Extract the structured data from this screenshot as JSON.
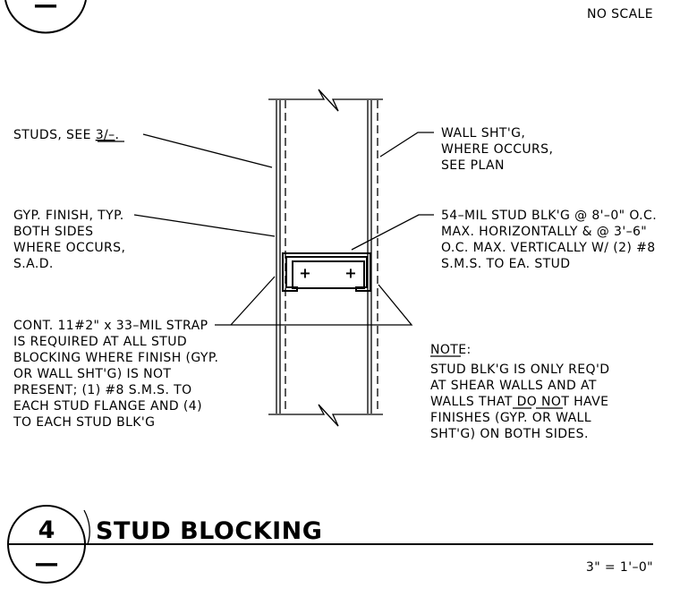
{
  "header": {
    "top_bubble_sheet": "—",
    "no_scale": "NO SCALE"
  },
  "notes": {
    "studs": {
      "text": "STUDS, SEE ",
      "ref": "3/–",
      "end": "."
    },
    "wall_sheathing": [
      "WALL SHT'G,",
      "WHERE OCCURS,",
      "SEE PLAN"
    ],
    "gyp_finish": [
      "GYP. FINISH, TYP.",
      "BOTH SIDES",
      "WHERE OCCURS,",
      "S.A.D."
    ],
    "stud_blocking": [
      "54–MIL STUD BLK'G @ 8'–0\" O.C.",
      "MAX. HORIZONTALLY & @ 3'–6\"",
      "O.C. MAX. VERTICALLY W/ (2) #8",
      "S.M.S. TO EA. STUD"
    ],
    "strap": [
      "CONT. 11#2\" x 33–MIL STRAP",
      "IS REQUIRED AT ALL STUD",
      "BLOCKING WHERE FINISH (GYP.",
      "OR WALL SHT'G) IS NOT",
      "PRESENT; (1) #8  S.M.S. TO",
      "EACH STUD FLANGE AND (4)",
      "TO EACH STUD BLK'G"
    ],
    "general": {
      "heading": "NOTE",
      "colon": ":",
      "line1": "STUD BLK'G IS ONLY REQ'D",
      "line2": "AT SHEAR WALLS AND AT",
      "line3_pre": "WALLS THAT ",
      "line3_do": "DO",
      "line3_not": "NOT",
      "line3_post": " HAVE",
      "line4": "FINISHES (GYP. OR WALL",
      "line5": "SHT'G) ON BOTH SIDES."
    }
  },
  "title_block": {
    "detail_number": "4",
    "sheet_reference": "—",
    "title": "STUD BLOCKING",
    "scale": "3\" = 1'–0\""
  }
}
